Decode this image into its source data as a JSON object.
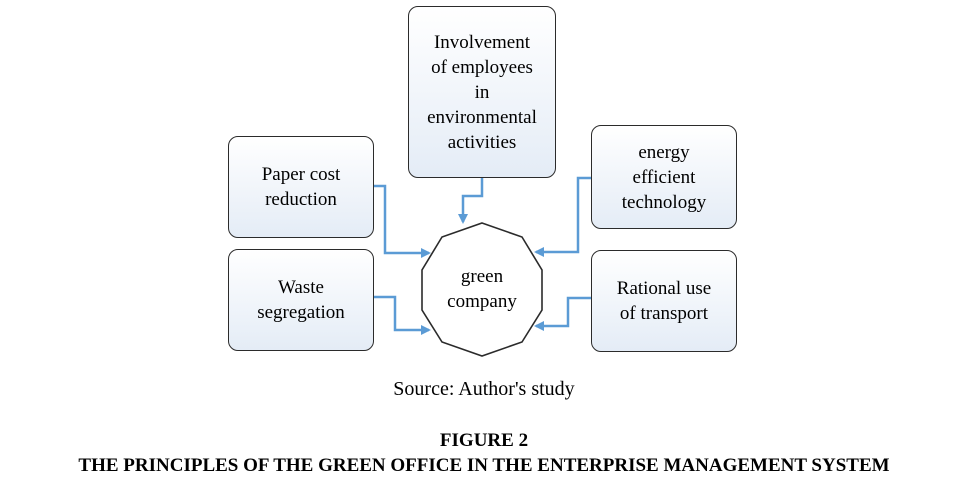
{
  "center": {
    "lines": [
      "green",
      "company"
    ]
  },
  "boxes": {
    "top": {
      "lines": [
        "Involvement",
        "of employees",
        "in",
        "environmental",
        "activities"
      ]
    },
    "upper_left": {
      "lines": [
        "Paper cost",
        "reduction"
      ]
    },
    "upper_right": {
      "lines": [
        "energy",
        "efficient",
        "technology"
      ]
    },
    "lower_left": {
      "lines": [
        "Waste",
        "segregation"
      ]
    },
    "lower_right": {
      "lines": [
        "Rational use",
        "of transport"
      ]
    }
  },
  "source": "Source: Author's study",
  "figure": {
    "number": "FIGURE 2",
    "title": "THE PRINCIPLES OF THE GREEN OFFICE IN THE ENTERPRISE MANAGEMENT SYSTEM"
  },
  "colors": {
    "arrow": "#5b9bd5",
    "box_border": "#2b2b2b",
    "box_fill": "#e4ecf6"
  }
}
